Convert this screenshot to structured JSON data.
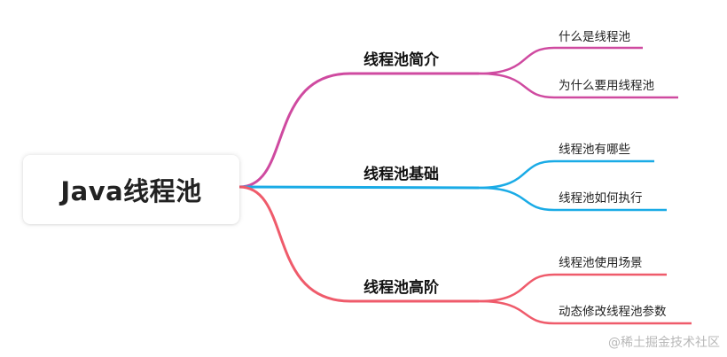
{
  "root": {
    "label": "Java线程池"
  },
  "branches": [
    {
      "label": "线程池简介",
      "color": "#cf4aa0",
      "children": [
        {
          "label": "什么是线程池"
        },
        {
          "label": "为什么要用线程池"
        }
      ]
    },
    {
      "label": "线程池基础",
      "color": "#1aabe6",
      "children": [
        {
          "label": "线程池有哪些"
        },
        {
          "label": "线程池如何执行"
        }
      ]
    },
    {
      "label": "线程池高阶",
      "color": "#ef5b6b",
      "children": [
        {
          "label": "线程池使用场景"
        },
        {
          "label": "动态修改线程池参数"
        }
      ]
    }
  ],
  "watermark": "@稀土掘金技术社区"
}
